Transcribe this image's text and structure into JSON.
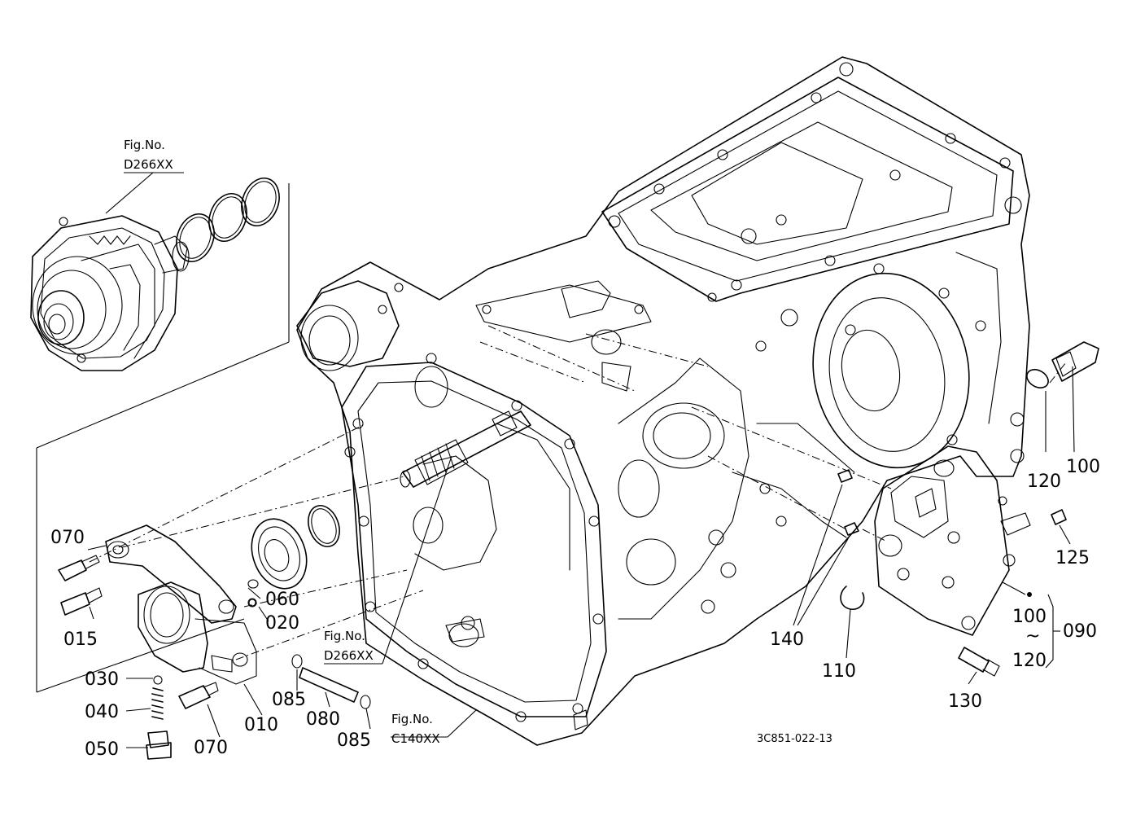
{
  "drawing_code": "3C851-022-13",
  "fig_refs": [
    {
      "id": "fig-d266-top",
      "line1": "Fig.No.",
      "line2": "D266XX"
    },
    {
      "id": "fig-d266-mid",
      "line1": "Fig.No.",
      "line2": "D266XX"
    },
    {
      "id": "fig-c140",
      "line1": "Fig.No.",
      "line2": "C140XX"
    }
  ],
  "callouts": {
    "c070a": "070",
    "c015": "015",
    "c060": "060",
    "c020": "020",
    "c030": "030",
    "c040": "040",
    "c050": "050",
    "c070b": "070",
    "c010": "010",
    "c085a": "085",
    "c080": "080",
    "c085b": "085",
    "c140": "140",
    "c110": "110",
    "c130": "130",
    "c100a": "100",
    "c120a": "120",
    "c125": "125",
    "c100b": "100",
    "tilde": "~",
    "c120b": "120",
    "c090": "090"
  }
}
